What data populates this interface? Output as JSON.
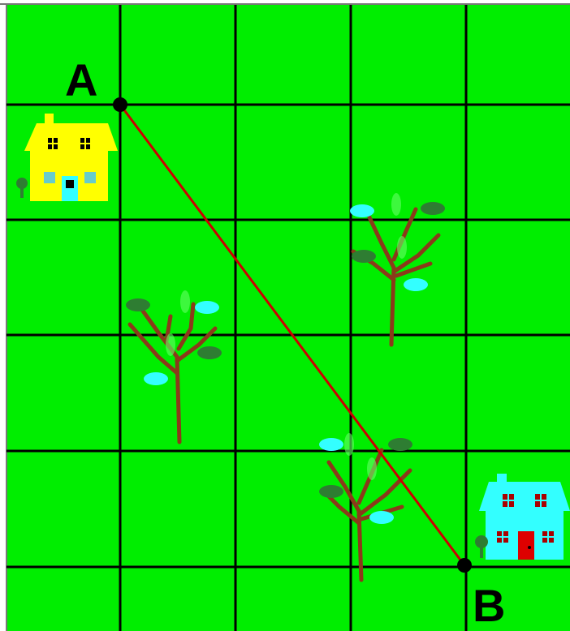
{
  "diagram": {
    "points": [
      {
        "id": "A",
        "label": "A"
      },
      {
        "id": "B",
        "label": "B"
      }
    ],
    "segment": {
      "from": "A",
      "to": "B",
      "color": "#cc0000"
    },
    "colors": {
      "grass": "#00ee00",
      "grid": "#000000",
      "house_a_body": "#ffff00",
      "house_b_body": "#33ffff",
      "tree_trunk": "#8b3a1a",
      "leaf_dark": "#2e7d32",
      "leaf_light": "#33ffff"
    },
    "icons": [
      "yellow-house-icon",
      "cyan-house-icon",
      "tree-icon",
      "small-bush-icon"
    ]
  }
}
